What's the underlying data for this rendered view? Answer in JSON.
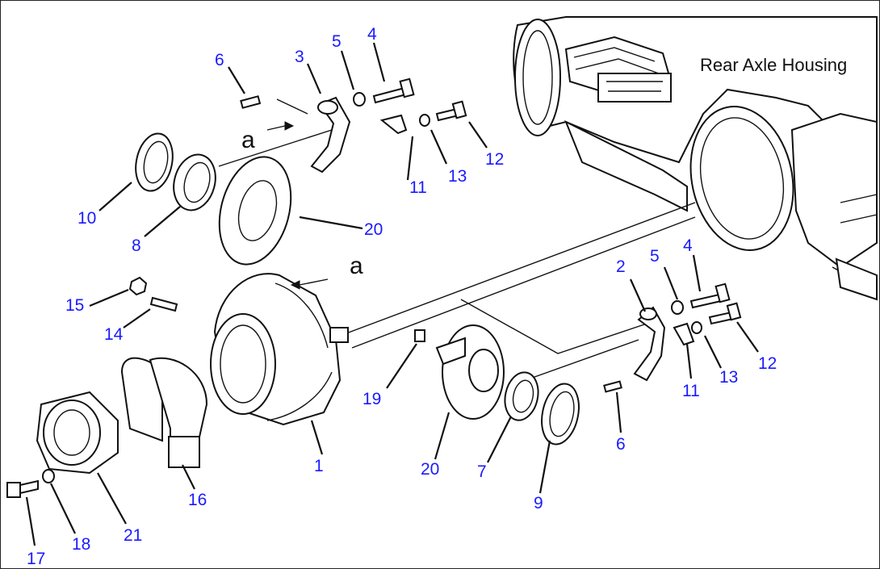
{
  "title": "Rear Axle Housing",
  "reference_letter": "a",
  "callouts": [
    "1",
    "2",
    "3",
    "4",
    "5",
    "6",
    "7",
    "8",
    "9",
    "10",
    "11",
    "12",
    "13",
    "14",
    "15",
    "16",
    "17",
    "18",
    "19",
    "20",
    "21"
  ],
  "colors": {
    "callout": "#1a1aff",
    "line": "#111111",
    "background": "#ffffff"
  }
}
